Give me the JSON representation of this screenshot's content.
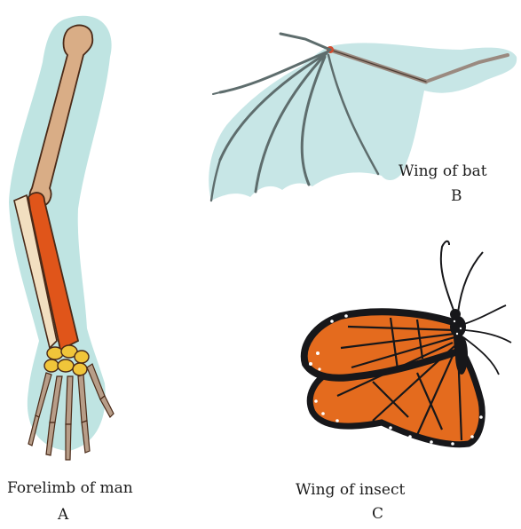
{
  "figures": [
    {
      "id": "A",
      "caption": "Forelimb of man",
      "letter": "A",
      "subject": "human-forelimb"
    },
    {
      "id": "B",
      "caption": "Wing of bat",
      "letter": "B",
      "subject": "bat-wing"
    },
    {
      "id": "C",
      "caption": "Wing of insect",
      "letter": "C",
      "subject": "insect-wing"
    }
  ],
  "colors": {
    "skin_halo": "#bfe4e2",
    "humerus": "#d9ad86",
    "radius_ulna": "#e0551a",
    "carpals": "#f0c53a",
    "bone_outline": "#4a2a18",
    "wing_membrane": "#c7e6e6",
    "bat_bones": "#5e6d6d",
    "butterfly_orange": "#e46b1e",
    "butterfly_black": "#17171a",
    "butterfly_spots": "#ffffff"
  }
}
